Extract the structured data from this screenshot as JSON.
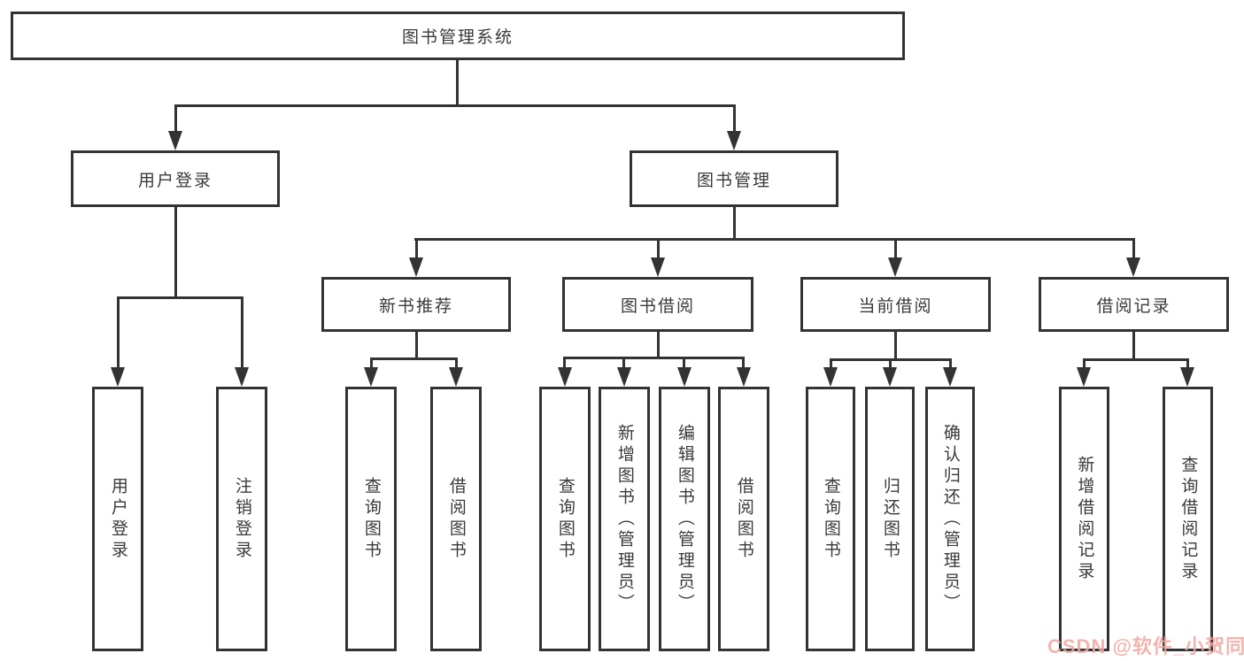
{
  "colors": {
    "line": "#333333",
    "text": "#3a3a3a",
    "background": "#ffffff",
    "watermark": "#f0a8a2"
  },
  "tree": {
    "root": "图书管理系统",
    "branches": [
      {
        "label": "用户登录",
        "children": [
          "用户登录",
          "注销登录"
        ]
      },
      {
        "label": "图书管理",
        "sections": [
          {
            "label": "新书推荐",
            "children": [
              "查询图书",
              "借阅图书"
            ]
          },
          {
            "label": "图书借阅",
            "children": [
              "查询图书",
              "新增图书（管理员）",
              "编辑图书（管理员）",
              "借阅图书"
            ]
          },
          {
            "label": "当前借阅",
            "children": [
              "查询图书",
              "归还图书",
              "确认归还（管理员）"
            ]
          },
          {
            "label": "借阅记录",
            "children": [
              "新增借阅记录",
              "查询借阅记录"
            ]
          }
        ]
      }
    ]
  },
  "watermark": "CSDN @软件_小贺同学"
}
